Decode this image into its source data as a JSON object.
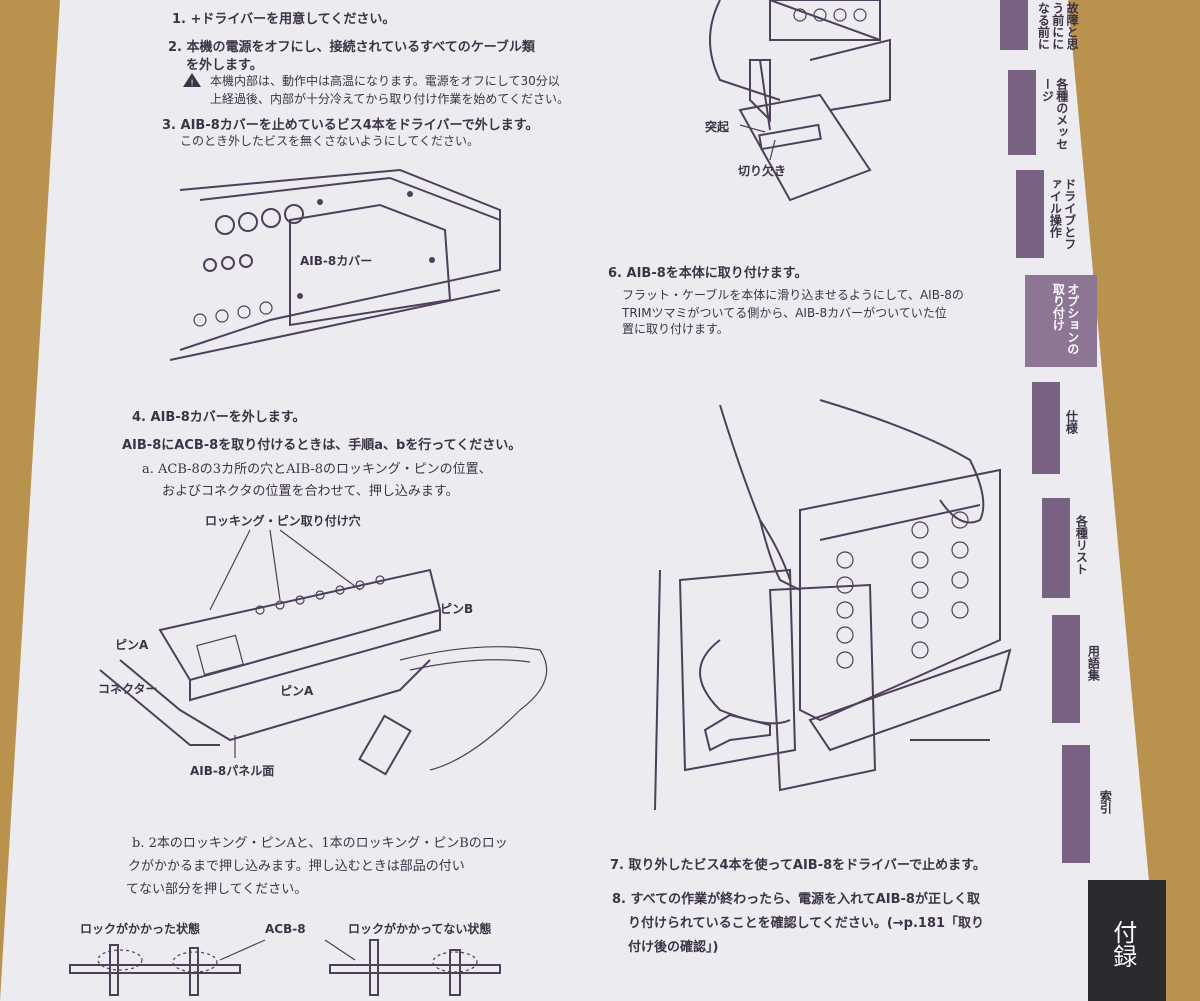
{
  "steps": {
    "s1": "1. +ドライバーを用意してください。",
    "s2a": "2. 本機の電源をオフにし、接続されているすべてのケーブル類",
    "s2b": "を外します。",
    "warn1": "本機内部は、動作中は高温になります。電源をオフにして30分以",
    "warn2": "上経過後、内部が十分冷えてから取り付け作業を始めてください。",
    "s3a": "3. AIB-8カバーを止めているビス4本をドライバーで外します。",
    "s3b": "このとき外したビスを無くさないようにしてください。",
    "s4": "4. AIB-8カバーを外します。",
    "s4note": "AIB-8にACB-8を取り付けるときは、手順a、bを行ってください。",
    "a1": "a. ACB-8の3カ所の穴とAIB-8のロッキング・ピンの位置、",
    "a2": "およびコネクタの位置を合わせて、押し込みます。",
    "b1": "b. 2本のロッキング・ピンAと、1本のロッキング・ピンBのロッ",
    "b2": "クがかかるまで押し込みます。押し込むときは部品の付い",
    "b3": "てない部分を押してください。",
    "s6": "6. AIB-8を本体に取り付けます。",
    "s6a": "フラット・ケーブルを本体に滑り込ませるようにして、AIB-8の",
    "s6b": "TRIMツマミがついてる側から、AIB-8カバーがついていた位",
    "s6c": "置に取り付けます。",
    "s7": "7. 取り外したビス4本を使ってAIB-8をドライバーで止めます。",
    "s8a": "8. すべての作業が終わったら、電源を入れてAIB-8が正しく取",
    "s8b": "り付けられていることを確認してください。(→p.181「取り",
    "s8c": "付け後の確認」)"
  },
  "labels": {
    "cover": "AIB-8カバー",
    "pinHole": "ロッキング・ピン取り付け穴",
    "pinB": "ピンB",
    "pinA": "ピンA",
    "connector": "コネクター",
    "pinA2": "ピンA",
    "panel": "AIB-8パネル面",
    "locked": "ロックがかかった状態",
    "acb": "ACB-8",
    "unlocked": "ロックがかかってない状態",
    "tokki": "突起",
    "kirikaki": "切り欠き"
  },
  "tabs": {
    "t1": "故障と思う前に",
    "t1b": "になる前に",
    "t2": "各種の",
    "t2b": "メッセージ",
    "t3": "ドライブとファ",
    "t3b": "イル操作",
    "t4": "オプションの",
    "t4b": "取り付け",
    "t5": "仕様",
    "t6": "各種リスト",
    "t7": "用語集",
    "t8": "索引",
    "t9": "付録"
  }
}
